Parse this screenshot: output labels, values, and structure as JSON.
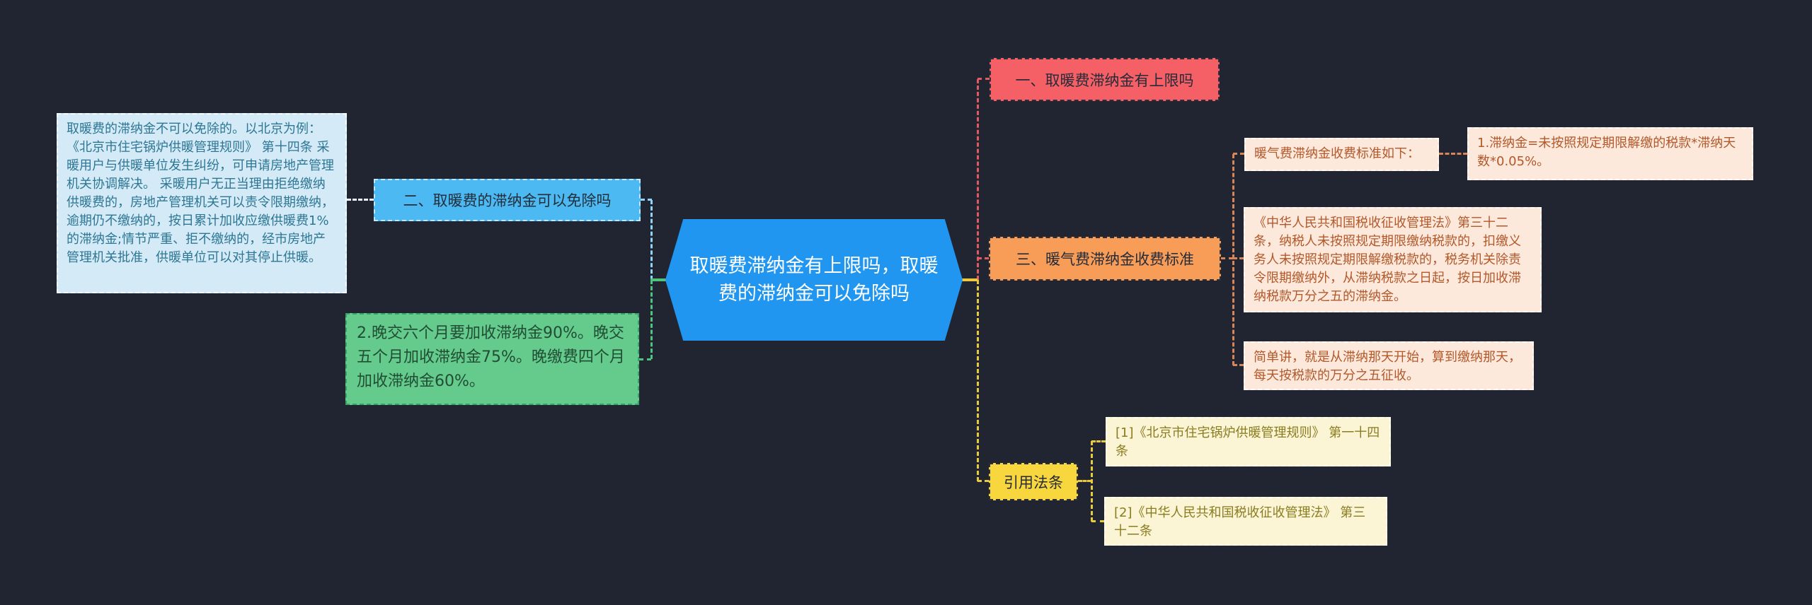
{
  "colors": {
    "background": "#212531",
    "center_node_blue": "#2196f0",
    "topic1_red": "#f55f66",
    "topic2_blue": "#4cb9f3",
    "topic3_orange": "#f79d58",
    "penalty_green": "#64cb8c",
    "detail_light_blue": "#d4ebf7",
    "note_cream": "#fce9db",
    "citations_yellow": "#f8d73e",
    "citation_light_yellow": "#fbf4d5"
  },
  "center_topic": {
    "label": "取暖费滞纳金有上限吗，取暖费的滞纳金可以免除吗"
  },
  "left_branch": {
    "detail": "取暖费的滞纳金不可以免除的。以北京为例：《北京市住宅锅炉供暖管理规则》 第十四条 采暖用户与供暖单位发生纠纷，可申请房地产管理机关协调解决。 采暖用户无正当理由拒绝缴纳供暖费的，房地产管理机关可以责令限期缴纳，逾期仍不缴纳的，按日累计加收应缴供暖费1%的滞纳金;情节严重、拒不缴纳的，经市房地产管理机关批准，供暖单位可以对其停止供暖。",
    "topic2": "二、取暖费的滞纳金可以免除吗",
    "penalty": "2.晚交六个月要加收滞纳金90%。晚交五个月加收滞纳金75%。晚缴费四个月加收滞纳金60%。"
  },
  "right_branch": {
    "topic1": "一、取暖费滞纳金有上限吗",
    "topic3": "三、暖气费滞纳金收费标准",
    "standard_intro": "暖气费滞纳金收费标准如下：",
    "formula": "1.滞纳金=未按照规定期限解缴的税款*滞纳天数*0.05%。",
    "law32": "《中华人民共和国税收征收管理法》第三十二条，纳税人未按照规定期限缴纳税款的，扣缴义务人未按照规定期限解缴税款的，税务机关除责令限期缴纳外，从滞纳税款之日起，按日加收滞纳税款万分之五的滞纳金。",
    "summary": "简单讲，就是从滞纳那天开始，算到缴纳那天，每天按税款的万分之五征收。",
    "citations_title": "引用法条",
    "citation1": "[1]《北京市住宅锅炉供暖管理规则》 第一十四条",
    "citation2": "[2]《中华人民共和国税收征收管理法》 第三十二条"
  }
}
